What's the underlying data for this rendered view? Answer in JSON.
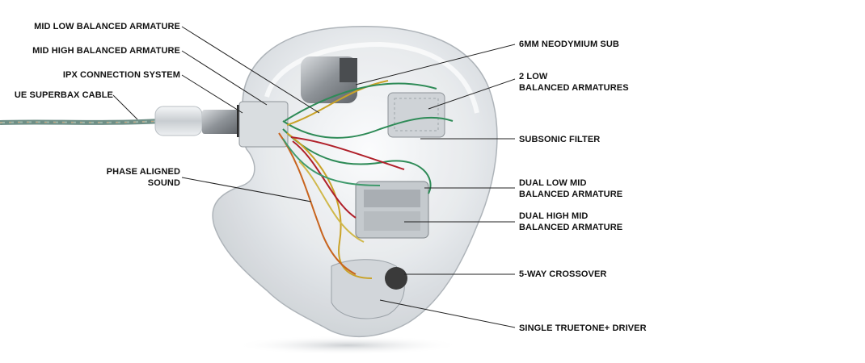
{
  "labels": {
    "mid_low_ba": "MID LOW BALANCED ARMATURE",
    "mid_high_ba": "MID HIGH BALANCED ARMATURE",
    "ipx": "IPX CONNECTION SYSTEM",
    "cable": "UE SUPERBAX CABLE",
    "phase_1": "PHASE ALIGNED",
    "phase_2": "SOUND",
    "sub": "6MM NEODYMIUM SUB",
    "low_ba_1": "2 LOW",
    "low_ba_2": "BALANCED ARMATURES",
    "subsonic": "SUBSONIC FILTER",
    "dual_low_mid_1": "DUAL LOW MID",
    "dual_low_mid_2": "BALANCED ARMATURE",
    "dual_high_mid_1": "DUAL HIGH MID",
    "dual_high_mid_2": "BALANCED ARMATURE",
    "crossover": "5-WAY CROSSOVER",
    "truetone": "SINGLE TRUETONE+ DRIVER"
  },
  "colors": {
    "shell": "#e9ecef",
    "leader": "#222222",
    "wire_green": "#2e8b57",
    "wire_red": "#b0202a",
    "wire_yellow": "#c9a227",
    "wire_orange": "#c8641e",
    "cable_braid": "#6f8f86"
  }
}
